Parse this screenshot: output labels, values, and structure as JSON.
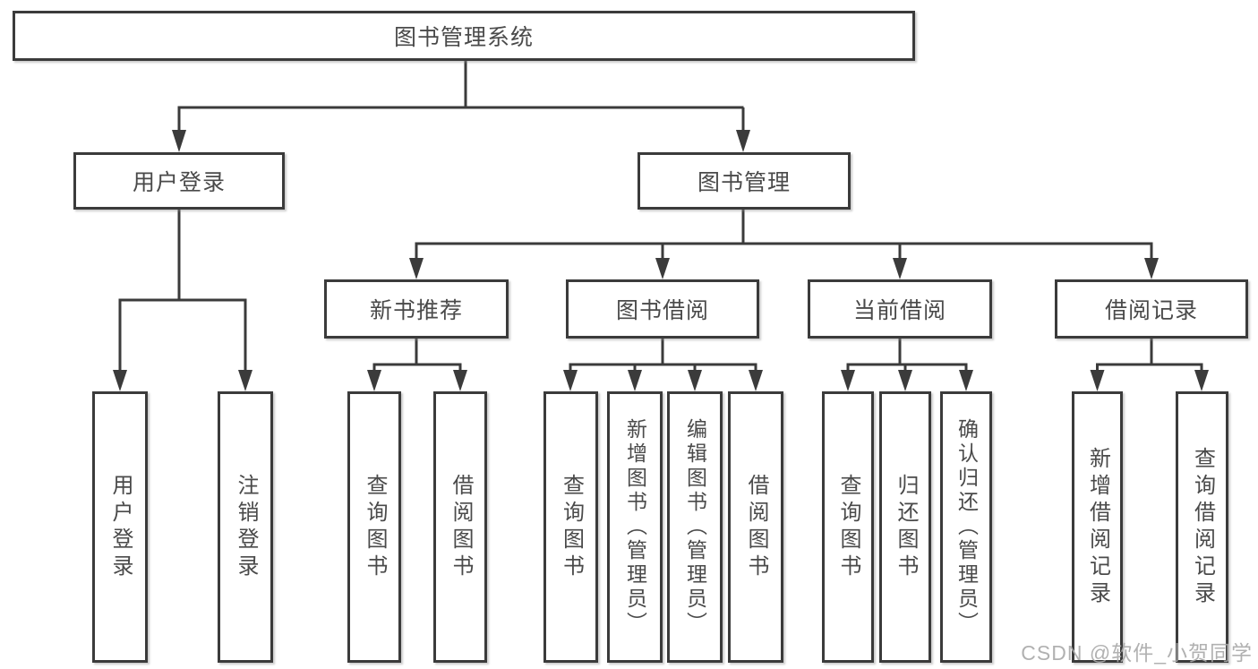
{
  "colors": {
    "line": "#3b3b3b",
    "text": "#4a4a4a",
    "background": "#ffffff",
    "watermark": "#a8a8a8"
  },
  "watermark": "CSDN @软件_小贺同学",
  "tree": {
    "label": "图书管理系统",
    "children": [
      {
        "label": "用户登录",
        "children": [
          {
            "label": "用户登录"
          },
          {
            "label": "注销登录"
          }
        ]
      },
      {
        "label": "图书管理",
        "children": [
          {
            "label": "新书推荐",
            "children": [
              {
                "label": "查询图书"
              },
              {
                "label": "借阅图书"
              }
            ]
          },
          {
            "label": "图书借阅",
            "children": [
              {
                "label": "查询图书"
              },
              {
                "label": "新增图书（管理员）"
              },
              {
                "label": "编辑图书（管理员）"
              },
              {
                "label": "借阅图书"
              }
            ]
          },
          {
            "label": "当前借阅",
            "children": [
              {
                "label": "查询图书"
              },
              {
                "label": "归还图书"
              },
              {
                "label": "确认归还（管理员）"
              }
            ]
          },
          {
            "label": "借阅记录",
            "children": [
              {
                "label": "新增借阅记录"
              },
              {
                "label": "查询借阅记录"
              }
            ]
          }
        ]
      }
    ]
  }
}
